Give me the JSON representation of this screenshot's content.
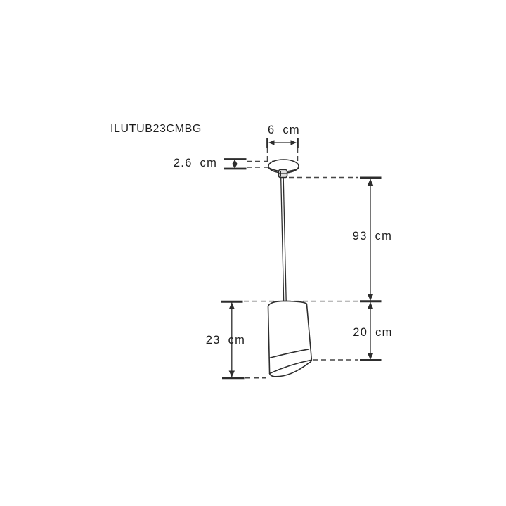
{
  "title": {
    "product_code": "ILUTUB23CMBG"
  },
  "dimensions": {
    "canopy_diameter": {
      "label": "6 cm"
    },
    "canopy_height": {
      "label": "2.6 cm"
    },
    "cord_drop": {
      "label": "93 cm"
    },
    "shade_body_height": {
      "label": "20 cm"
    },
    "shade_total_height": {
      "label": "23 cm"
    }
  },
  "colors": {
    "line": "#2d2d2d",
    "dash": "#474747",
    "text": "#1c1c1c",
    "background": "#ffffff"
  }
}
